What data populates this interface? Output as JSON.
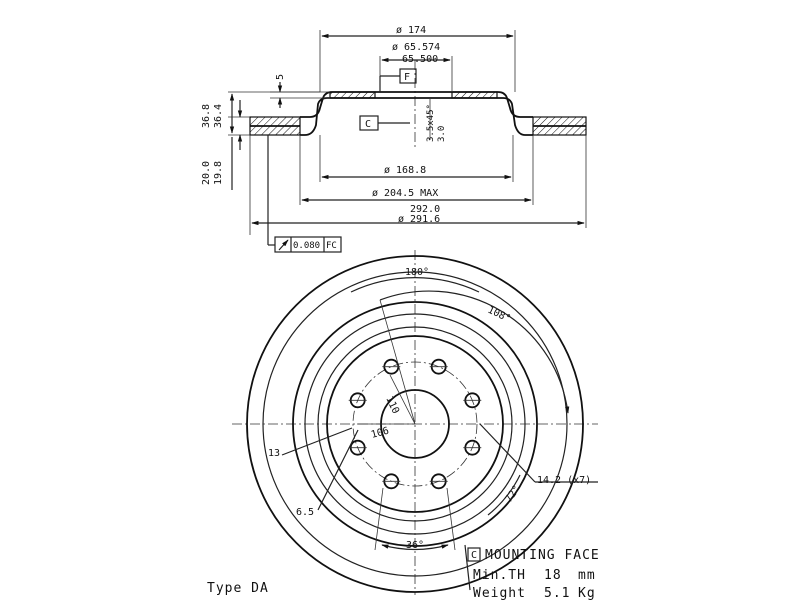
{
  "section_view": {
    "dim_outer_top": "ø 174",
    "dim_hub_upper": "ø 65.574",
    "dim_hub_lower": "65.500",
    "flag_f": "F",
    "dim_5": "5",
    "dim_36_8": "36.8",
    "dim_36_4": "36.4",
    "dim_20_0": "20.0",
    "dim_19_8": "19.8",
    "box_c": "C",
    "chamfer_upper": "3.5x45°",
    "chamfer_lower": "3.0",
    "dim_168": "ø 168.8",
    "dim_204": "ø 204.5 MAX",
    "dim_292": "292.0",
    "dim_291": "ø 291.6",
    "runout_value": "0.080",
    "runout_ref": "FC"
  },
  "front_view": {
    "angle_180": "180°",
    "angle_108": "108°",
    "pcd_110": "110",
    "pcd_106": "106",
    "hole_13": "13",
    "hole_6_5": "6.5",
    "holes_14_2": "14.2 (x7)",
    "angle_72": "72°",
    "angle_36": "36°"
  },
  "notes": {
    "mounting_flag": "C",
    "mounting_face": "MOUNTING FACE",
    "min_th_label": "Min.TH",
    "min_th_value": "18",
    "min_th_unit": "mm",
    "weight_label": "Weight",
    "weight_value": "5.1",
    "weight_unit": "Kg",
    "type": "Type DA"
  }
}
